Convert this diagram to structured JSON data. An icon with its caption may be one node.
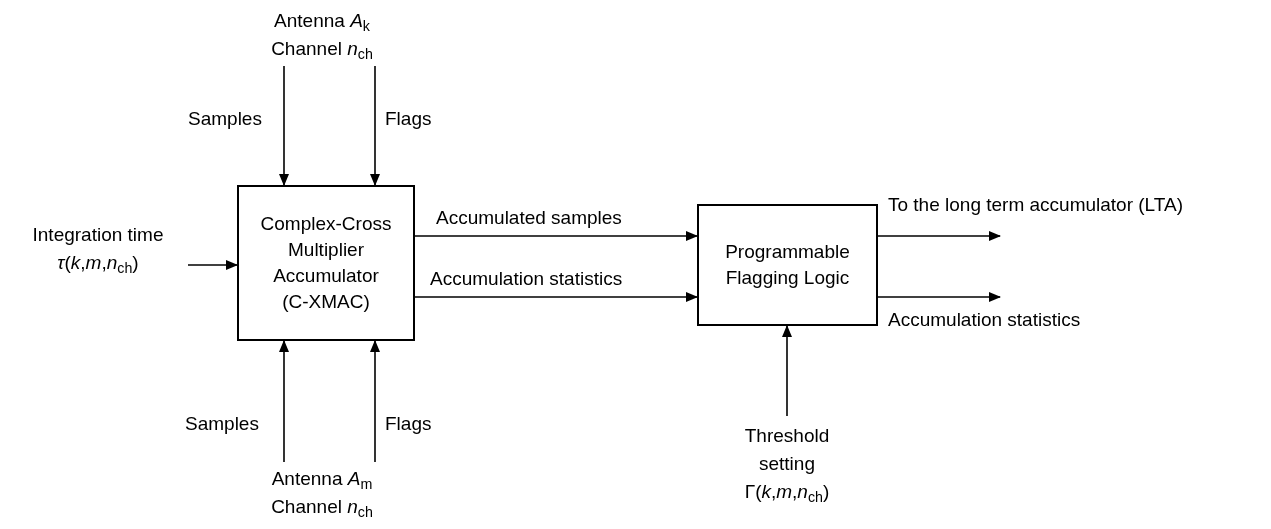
{
  "diagram": {
    "nodes": [
      {
        "text": [
          "Complex-Cross Multiplier Accumulator (C-XMAC)"
        ]
      },
      {
        "text": [
          "Programmable Flagging Logic"
        ]
      },
      {
        "text": [
          "Antenna *A*$_{k}$",
          "Channel *n*$_{ch}$"
        ]
      },
      {
        "text": [
          "Integration time",
          "*τ*(*k*,*m*,*n*$_{ch}$)"
        ]
      },
      {
        "text": [
          "Antenna *A*$_{m}$",
          "Channel *n*$_{ch}$"
        ]
      },
      {
        "text": [
          "Threshold setting",
          "Γ(*k*,*m*,*n*$_{ch}$)"
        ]
      }
    ],
    "edges": [
      {
        "from": 2,
        "to": 0,
        "arrow": "to",
        "label": "Samples"
      },
      {
        "from": 2,
        "to": 0,
        "arrow": "to",
        "label": "Flags"
      },
      {
        "from": 3,
        "to": 0,
        "arrow": "to"
      },
      {
        "from": 4,
        "to": 0,
        "arrow": "to",
        "label": "Samples"
      },
      {
        "from": 4,
        "to": 0,
        "arrow": "to",
        "label": "Flags"
      },
      {
        "from": 0,
        "to": 1,
        "arrow": "to",
        "label": "Accumulated samples"
      },
      {
        "from": 0,
        "to": 1,
        "arrow": "to",
        "label": "Accumulation statistics"
      },
      {
        "from": 1,
        "to": null,
        "arrow": "to",
        "label": "To the long term accumulator (LTA)"
      },
      {
        "from": 1,
        "to": null,
        "arrow": "to",
        "label": "Accumulation statistics"
      },
      {
        "from": 5,
        "to": 1,
        "arrow": "to"
      }
    ]
  }
}
